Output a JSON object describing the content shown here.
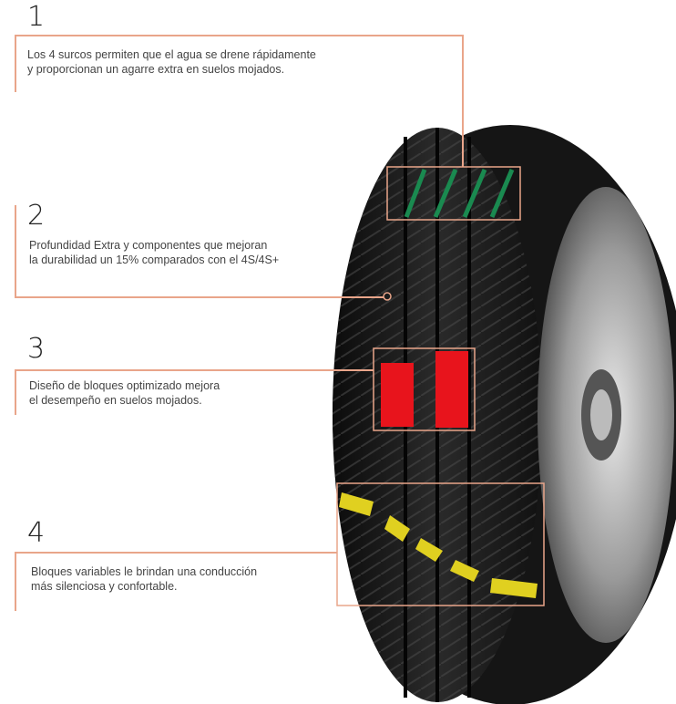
{
  "features": [
    {
      "number": "1",
      "text_line1": "Los 4 surcos permiten que el agua se drene rápidamente",
      "text_line2": "y proporcionan un agarre extra en suelos mojados.",
      "highlight_color": "#1a8a50"
    },
    {
      "number": "2",
      "text_line1": "Profundidad Extra y componentes que mejoran",
      "text_line2": "la durabilidad un 15% comparados con el 4S/4S+"
    },
    {
      "number": "3",
      "text_line1": "Diseño de bloques optimizado mejora",
      "text_line2": "el desempeño en suelos mojados.",
      "highlight_color": "#e8141c"
    },
    {
      "number": "4",
      "text_line1": "Bloques variables le brindan una conducción",
      "text_line2": "más silenciosa y confortable.",
      "highlight_color": "#e0d020"
    }
  ],
  "accent_color": "#e9a58a"
}
